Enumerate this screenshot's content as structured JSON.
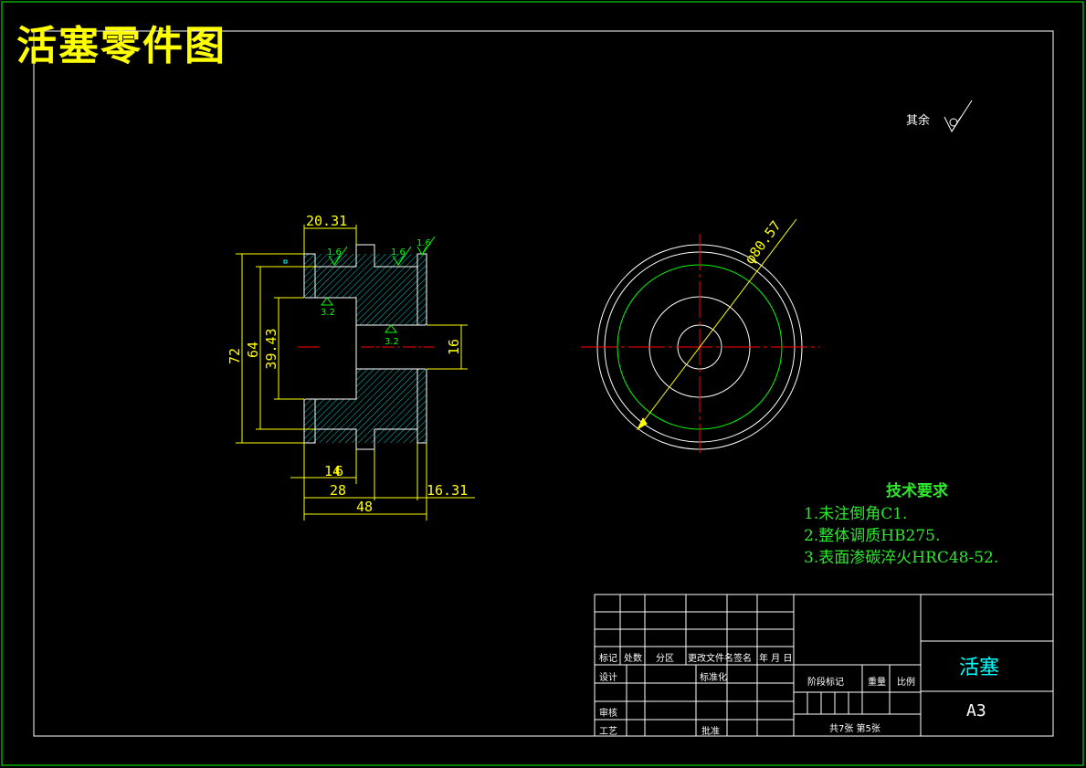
{
  "title": "活塞零件图",
  "roughness_note": {
    "label": "其余"
  },
  "dimensions": {
    "top_width": "20.31",
    "groove_ra_1": "1.6",
    "groove_ra_2": "1.6",
    "groove_ra_3": "1.6",
    "bore_ra": "3.2",
    "hole_ra": "3.2",
    "overall_dia": "72",
    "inner_dia": "64",
    "bore_dia": "39.43",
    "hole_dia": "16",
    "len_14": "14",
    "len_6": "6",
    "len_28": "28",
    "len_48": "48",
    "len_16_31": "16.31",
    "circle_dia": "φ80.57"
  },
  "tech_requirements": {
    "heading": "技术要求",
    "items": [
      "1.未注倒角C1.",
      "2.整体调质HB275.",
      "3.表面渗碳淬火HRC48-52."
    ]
  },
  "title_block": {
    "part_name": "活塞",
    "sheet_size": "A3",
    "headers": [
      "标记",
      "处数",
      "分区",
      "更改文件名",
      "签名",
      "年 月 日"
    ],
    "design": "设计",
    "standardize": "标准化",
    "review": "审核",
    "process": "工艺",
    "approve": "批准",
    "stage_mark": "阶段标记",
    "weight": "重量",
    "scale": "比例",
    "sheets": "共7张 第5张"
  },
  "colors": {
    "dimension": "#ffff00",
    "outline": "#ffffff",
    "center": "#ff0000",
    "hatch": "#00c8c8",
    "green": "#00ff00",
    "cyan": "#00ffff"
  }
}
